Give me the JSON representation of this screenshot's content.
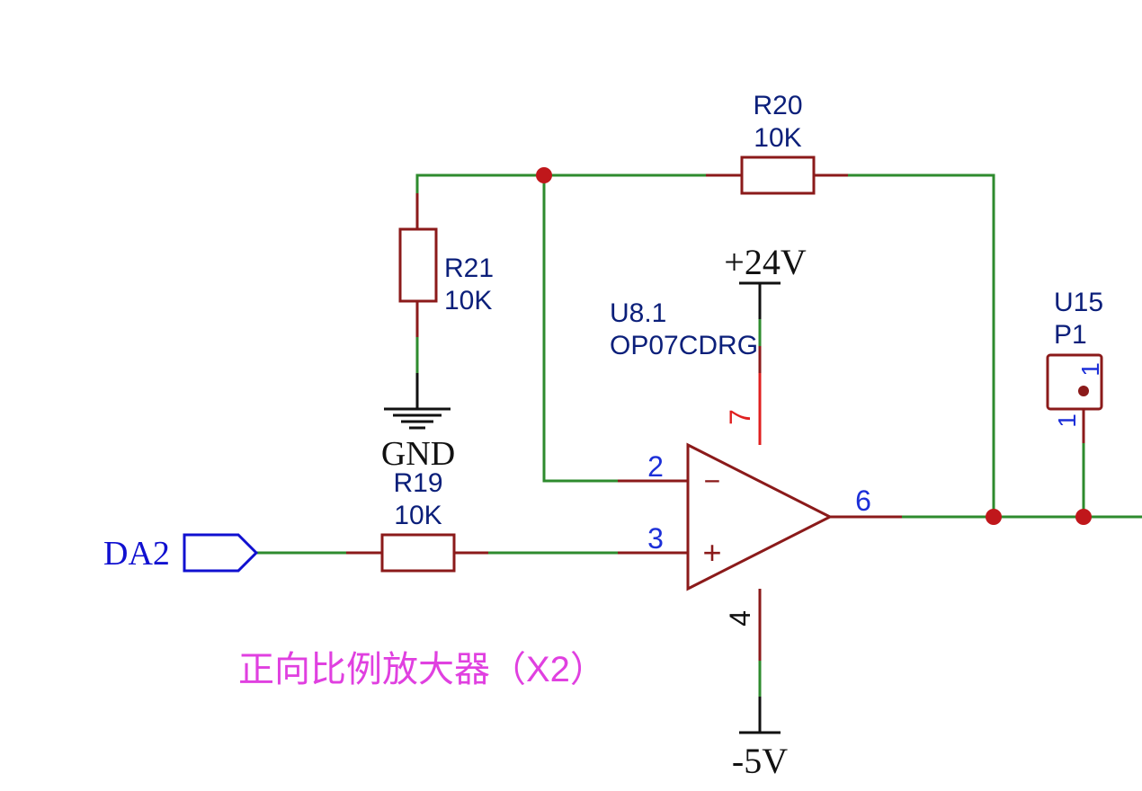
{
  "schematic": {
    "resistors": {
      "r20": {
        "ref": "R20",
        "value": "10K"
      },
      "r21": {
        "ref": "R21",
        "value": "10K"
      },
      "r19": {
        "ref": "R19",
        "value": "10K"
      }
    },
    "opamp": {
      "ref": "U8.1",
      "part": "OP07CDRG",
      "pins": {
        "inverting": "2",
        "non_inverting": "3",
        "output": "6",
        "vplus": "7",
        "vminus": "4"
      },
      "inverting_sign": "−",
      "non_inverting_sign": "+"
    },
    "power": {
      "positive": "+24V",
      "negative": "-5V",
      "ground": "GND"
    },
    "input_port": {
      "label": "DA2"
    },
    "connector": {
      "ref": "U15",
      "part": "P1",
      "pin_number_top": "1",
      "pin_number_side": "1"
    },
    "caption": "正向比例放大器（X2）",
    "colors": {
      "wire": "#2e8b2e",
      "component": "#8b1a1a",
      "junction": "#c0171b",
      "label": "#0b1f7a",
      "pin_number": "#1c2fd8",
      "pin_number_alt": "#e02020",
      "net_power": "#111111",
      "caption": "#e040e0",
      "port": "#1010d0"
    }
  }
}
